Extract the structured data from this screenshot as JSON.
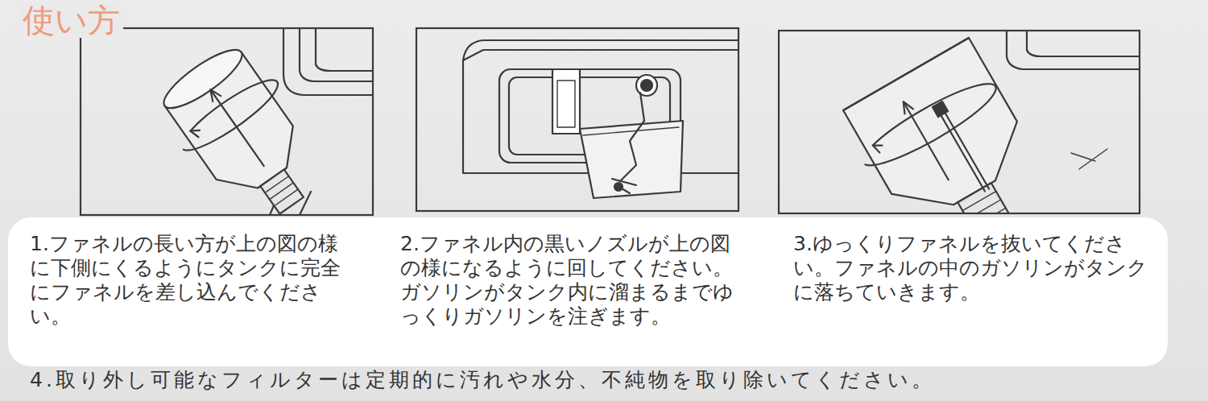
{
  "diagram": {
    "title": "使い方",
    "nodes": [
      {
        "text": [
          "1.ファネルの長い方が上の図の様に下側にくるようにタンクに完全にファネルを差し込んでください。",
          "2.ファネル内の黒いノズルが上の図の様になるように回してください。ガソリンがタンク内に溜まるまでゆっくりガソリンを注ぎます。",
          "3.ゆっくりファネルを抜いてください。ファネルの中のガソリンがタンクに落ちていきます。"
        ]
      }
    ],
    "labels": [
      "4.取り外し可能なフィルターは定期的に汚れや水分、不純物を取り除いてください。"
    ]
  }
}
